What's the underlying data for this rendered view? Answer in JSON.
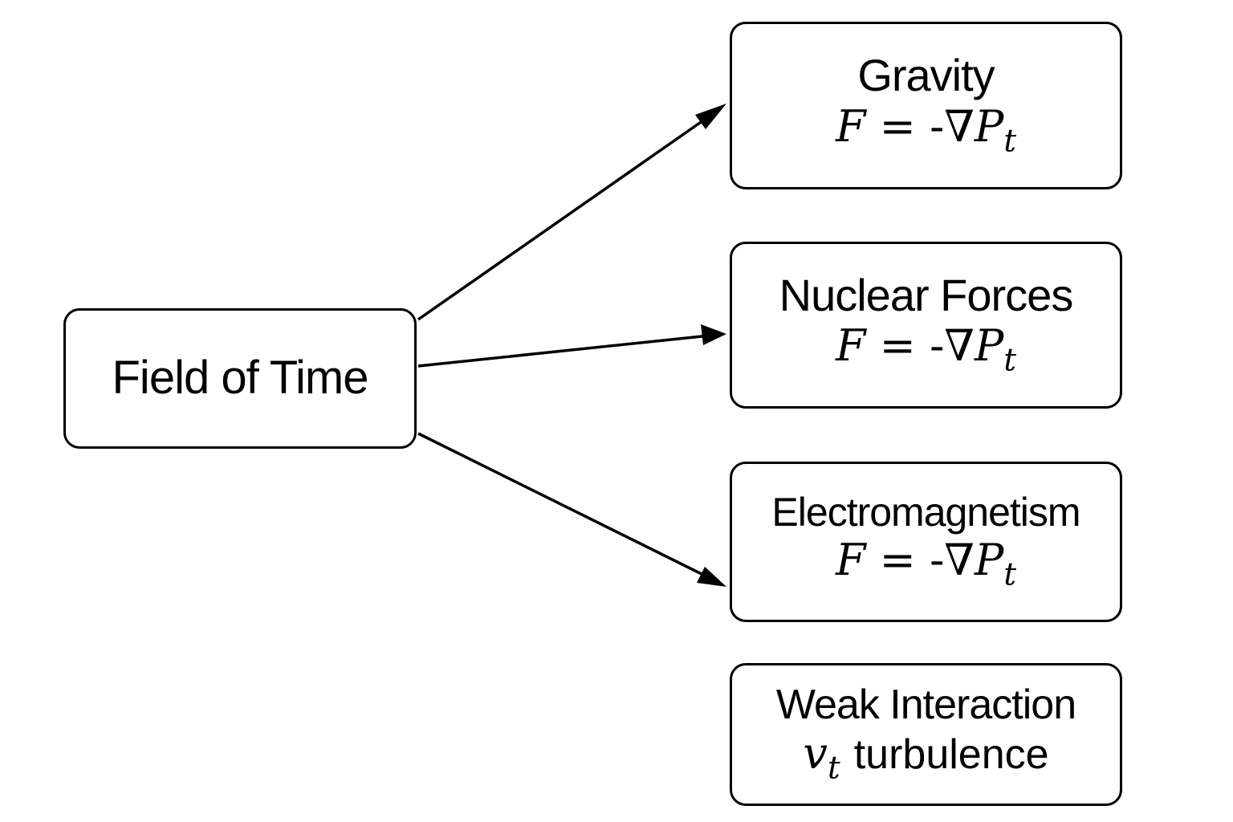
{
  "diagram": {
    "source": {
      "label": "Field of Time"
    },
    "targets": [
      {
        "label": "Gravity",
        "formula": {
          "lhs": "F",
          "eq": "=",
          "rhs_prefix": "-∇",
          "rhs_var": "P",
          "rhs_sub": "t"
        }
      },
      {
        "label": "Nuclear Forces",
        "formula": {
          "lhs": "F",
          "eq": "=",
          "rhs_prefix": "-∇",
          "rhs_var": "P",
          "rhs_sub": "t"
        }
      },
      {
        "label": "Electromagnetism",
        "formula": {
          "lhs": "F",
          "eq": "=",
          "rhs_prefix": "-∇",
          "rhs_var": "P",
          "rhs_sub": "t"
        }
      },
      {
        "label": "Weak Interaction",
        "subtitle": {
          "var": "v",
          "sub": "t",
          "text": "turbulence"
        }
      }
    ],
    "edges": [
      {
        "from": "Field of Time",
        "to": "Gravity"
      },
      {
        "from": "Field of Time",
        "to": "Nuclear Forces"
      },
      {
        "from": "Field of Time",
        "to": "Electromagnetism"
      }
    ],
    "colors": {
      "stroke": "#000000",
      "background": "#ffffff",
      "text": "#000000"
    }
  }
}
